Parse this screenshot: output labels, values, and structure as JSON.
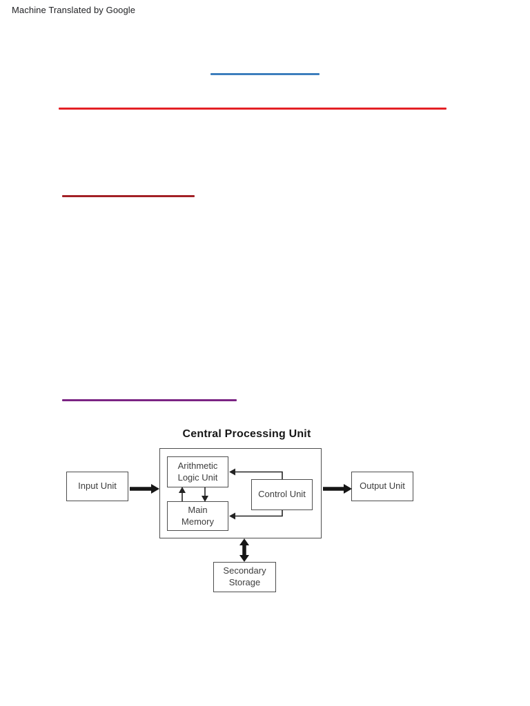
{
  "banner": {
    "text": "Machine Translated by Google"
  },
  "colors": {
    "blue_rule": "#3d7ebd",
    "red_rule": "#e42025",
    "dark_red_rule": "#a22025",
    "purple_rule": "#7b2483",
    "arrow_black": "#161616",
    "box_border": "#4d4d4d",
    "box_text": "#3d3d3d",
    "banner_text": "#202124"
  },
  "diagram": {
    "title": "Central Processing Unit",
    "boxes": {
      "input": {
        "label": "Input Unit"
      },
      "alu": {
        "label": "Arithmetic\nLogic Unit"
      },
      "control": {
        "label": "Control Unit"
      },
      "main_memory": {
        "label": "Main\nMemory"
      },
      "output": {
        "label": "Output Unit"
      },
      "secondary_storage": {
        "label": "Secondary\nStorage"
      }
    },
    "connections": [
      {
        "from": "Input Unit",
        "to": "Central Processing Unit",
        "style": "thick",
        "bidirectional": false
      },
      {
        "from": "Central Processing Unit",
        "to": "Output Unit",
        "style": "thick",
        "bidirectional": false
      },
      {
        "from": "Central Processing Unit",
        "to": "Secondary Storage",
        "style": "thick",
        "bidirectional": true
      },
      {
        "from": "Main Memory",
        "to": "Arithmetic Logic Unit",
        "style": "thin",
        "bidirectional": false
      },
      {
        "from": "Arithmetic Logic Unit",
        "to": "Main Memory",
        "style": "thin",
        "bidirectional": false
      },
      {
        "from": "Control Unit",
        "to": "Arithmetic Logic Unit",
        "style": "thin",
        "bidirectional": false
      },
      {
        "from": "Control Unit",
        "to": "Main Memory",
        "style": "thin",
        "bidirectional": false
      }
    ]
  }
}
